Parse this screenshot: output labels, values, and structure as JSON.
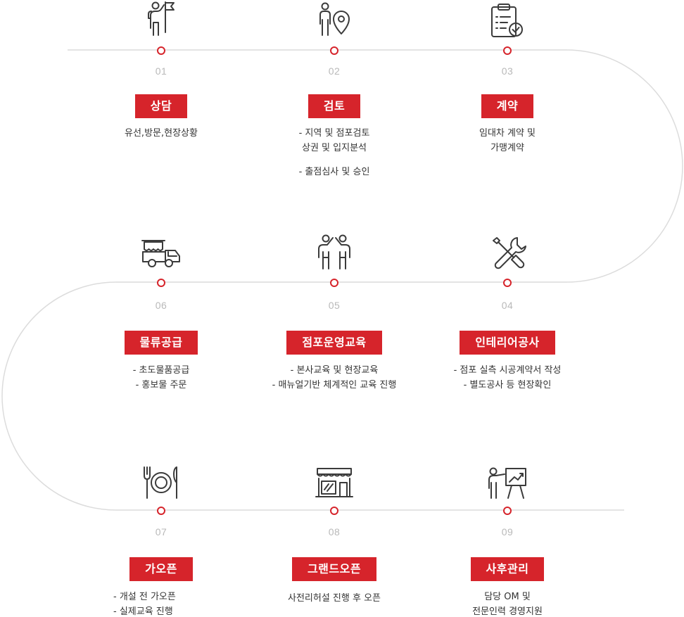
{
  "colors": {
    "accent": "#d6242b",
    "path": "#dcdcdc",
    "number": "#b9b9b9"
  },
  "steps": [
    {
      "num": "01",
      "title": "상담",
      "icon": "person-flag-icon",
      "desc": [
        "유선,방문,현장상황"
      ]
    },
    {
      "num": "02",
      "title": "검토",
      "icon": "person-location-pin-icon",
      "desc": [
        "- 지역 및 점포검토",
        "상권 및 입지분석",
        "",
        "- 출점심사 및 승인"
      ]
    },
    {
      "num": "03",
      "title": "계약",
      "icon": "clipboard-check-icon",
      "desc": [
        "임대차 계약 및",
        "가맹계약"
      ]
    },
    {
      "num": "04",
      "title": "인테리어공사",
      "icon": "wrench-screwdriver-icon",
      "desc": [
        "- 점포 실측 시공계약서 작성",
        "- 별도공사 등 현장확인"
      ]
    },
    {
      "num": "05",
      "title": "점포운영교육",
      "icon": "two-people-icon",
      "desc": [
        "- 본사교육 및 현장교육",
        "- 매뉴얼기반 체계적인 교육 진행"
      ]
    },
    {
      "num": "06",
      "title": "물류공급",
      "icon": "delivery-truck-icon",
      "desc": [
        "- 초도물품공급",
        "- 홍보물 주문"
      ]
    },
    {
      "num": "07",
      "title": "가오픈",
      "icon": "fork-plate-knife-icon",
      "desc": [
        "- 개설 전 가오픈",
        "- 실제교육 진행"
      ]
    },
    {
      "num": "08",
      "title": "그랜드오픈",
      "icon": "storefront-icon",
      "desc": [
        "사전리허설  진행 후 오픈"
      ]
    },
    {
      "num": "09",
      "title": "사후관리",
      "icon": "presenter-chart-icon",
      "desc": [
        "담당 OM 및",
        "전문인력 경영지원"
      ]
    }
  ]
}
